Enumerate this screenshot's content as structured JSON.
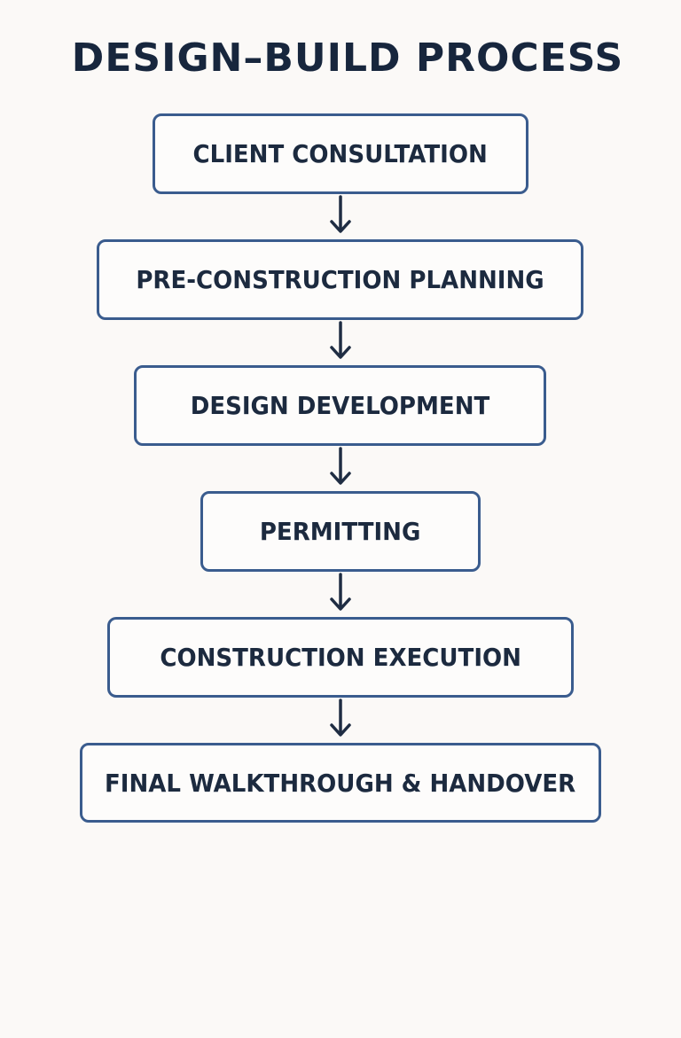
{
  "title": "DESIGN–BUILD PROCESS",
  "steps": [
    "CLIENT CONSULTATION",
    "PRE-CONSTRUCTION PLANNING",
    "DESIGN DEVELOPMENT",
    "PERMITTING",
    "CONSTRUCTION EXECUTION",
    "FINAL WALKTHROUGH & HANDOVER"
  ],
  "colors": {
    "background": "#fbf9f7",
    "box_border": "#3a5c8e",
    "text": "#1c2a3f",
    "arrow": "#1f2d43"
  }
}
